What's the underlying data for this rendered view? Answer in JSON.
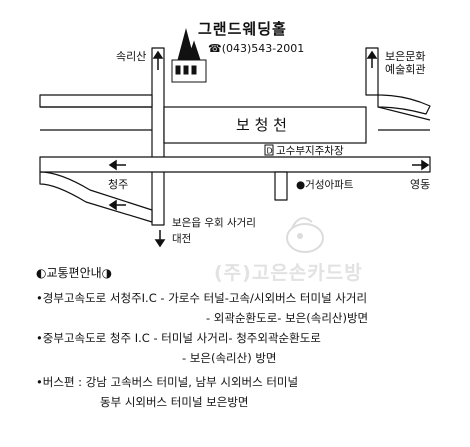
{
  "venue": {
    "name": "그랜드웨딩홀",
    "phone_icon": "telephone-icon",
    "phone": "☎(043)543-2001"
  },
  "labels": {
    "songnisan": "속리산",
    "boeun_center": "보은문화\n예술회관",
    "stream": "보 청 천",
    "parking": "고수부지주차장",
    "parking_badge": "D",
    "cheongju": "청주",
    "yeongdong": "영동",
    "apartment": "●거성아파트",
    "bypass": "보은읍 우회 사거리",
    "daejeon": "대전"
  },
  "legend": {
    "title": "◐교통편안내◑"
  },
  "watermark": "(주)고은손카드방",
  "directions": [
    "•경부고속도로 서청주I.C - 가로수 터널-고속/시외버스 터미널 사거리",
    "- 외곽순환도로- 보은(속리산)방면",
    "•중부고속도로 청주 I.C - 터미널 사거리- 청주외곽순환도로",
    "- 보은(속리산) 방면",
    "•버스편 : 강남 고속버스 터미널, 남부 시외버스 터미널",
    "동부 시외버스 터미널 보은방면"
  ],
  "colors": {
    "line": "#111111",
    "watermark": "#e2e2e2"
  }
}
